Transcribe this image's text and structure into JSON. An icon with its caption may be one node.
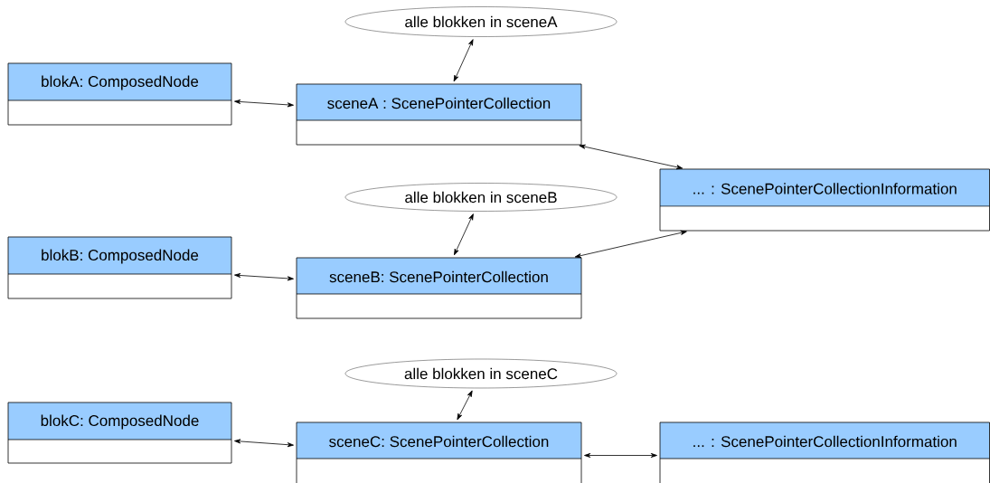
{
  "diagram": {
    "nodes": [
      {
        "text": [
          "alle blokken in sceneA"
        ]
      },
      {
        "text": [
          "blokA: ComposedNode"
        ]
      },
      {
        "text": [
          "sceneA : ScenePointerCollection"
        ]
      },
      {
        "text": [
          "... : ScenePointerCollectionInformation"
        ]
      },
      {
        "text": [
          "alle blokken in sceneB"
        ]
      },
      {
        "text": [
          "blokB: ComposedNode"
        ]
      },
      {
        "text": [
          "sceneB: ScenePointerCollection"
        ]
      },
      {
        "text": [
          "alle blokken in sceneC"
        ]
      },
      {
        "text": [
          "blokC: ComposedNode"
        ]
      },
      {
        "text": [
          "sceneC: ScenePointerCollection"
        ]
      },
      {
        "text": [
          "... : ScenePointerCollectionInformation"
        ]
      }
    ],
    "edges": [
      {
        "from": 0,
        "to": 2,
        "arrow": "both"
      },
      {
        "from": 1,
        "to": 2,
        "arrow": "both"
      },
      {
        "from": 2,
        "to": 3,
        "arrow": "both"
      },
      {
        "from": 4,
        "to": 6,
        "arrow": "both"
      },
      {
        "from": 5,
        "to": 6,
        "arrow": "both"
      },
      {
        "from": 6,
        "to": 3,
        "arrow": "both"
      },
      {
        "from": 7,
        "to": 9,
        "arrow": "both"
      },
      {
        "from": 8,
        "to": 9,
        "arrow": "both"
      },
      {
        "from": 9,
        "to": 10,
        "arrow": "both"
      }
    ]
  }
}
